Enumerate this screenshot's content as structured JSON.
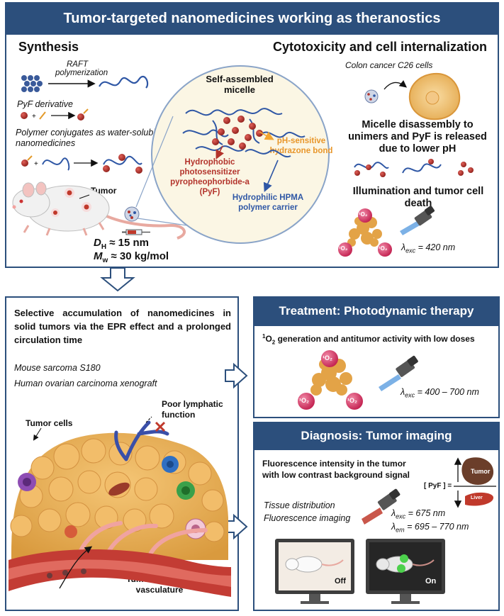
{
  "colors": {
    "navy": "#2c4f7c",
    "brown": "#b3342c",
    "orange": "#f2a531",
    "blue": "#2f57a5",
    "pink": "#d6336c",
    "tumor": "#e6b55c",
    "vessel": "#c33c34"
  },
  "top": {
    "title": "Tumor-targeted nanomedicines working as theranostics",
    "synthesis": {
      "heading": "Synthesis",
      "raft": "RAFT polymerization",
      "pyf": "PyF derivative",
      "conjugates": "Polymer conjugates as water-soluble nanomedicines",
      "tumor": "Tumor",
      "dh_sym": "D",
      "dh_sub": "H",
      "dh_val": " ≈ 15 nm",
      "mw_sym": "M",
      "mw_sub": "w",
      "mw_val": " ≈ 30 kg/mol"
    },
    "micelle": {
      "title": "Self-assembled micelle",
      "hydrophobic": "Hydrophobic photosensitizer pyropheophorbide-a (PyF)",
      "ph": "pH-sensitive hydrazone bond",
      "hydrophilic": "Hydrophilic HPMA polymer carrier"
    },
    "cyto": {
      "heading": "Cytotoxicity and cell internalization",
      "cells": "Colon cancer C26 cells",
      "disassembly": "Micelle disassembly to unimers and PyF is released due to lower pH",
      "illumination": "Illumination and tumor cell death",
      "singlet": "¹O₂",
      "lambda_sym": "λ",
      "lambda_sub": "exc",
      "lambda_val": " = 420 nm"
    }
  },
  "left": {
    "text": "Selective accumulation of nanomedicines in solid tumors via the EPR effect and a prolonged circulation time",
    "model1": "Mouse sarcoma S180",
    "model2": "Human ovarian carcinoma xenograft",
    "tumor_cells": "Tumor cells",
    "poor_lymphatic": "Poor lymphatic function",
    "vasculature": "Tumor abnormal vasculature"
  },
  "treatment": {
    "header": "Treatment: Photodynamic therapy",
    "gen_sup": "1",
    "gen_o": "O",
    "gen_sub": "2",
    "gen_rest": " generation and antitumor activity with low doses",
    "singlet": "¹O₂",
    "lambda_sym": "λ",
    "lambda_sub": "exc",
    "lambda_val": " = 400 – 700 nm"
  },
  "diagnosis": {
    "header": "Diagnosis: Tumor imaging",
    "fluor": "Fluorescence intensity in the tumor with low contrast background signal",
    "pyf_eq": "[ PyF ] =",
    "tumor_label": "Tumor",
    "liver_label": "Liver",
    "tissue": "Tissue distribution",
    "fimaging": "Fluorescence imaging",
    "exc_sym": "λ",
    "exc_sub": "exc",
    "exc_val": " = 675 nm",
    "em_sym": "λ",
    "em_sub": "em",
    "em_val": " = 695 – 770 nm",
    "off": "Off",
    "on": "On"
  }
}
